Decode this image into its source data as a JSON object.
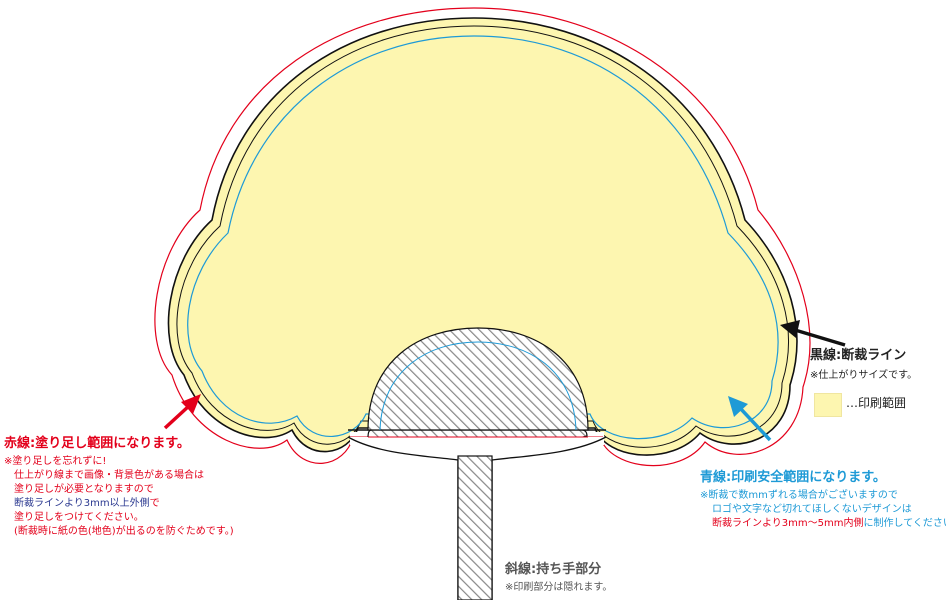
{
  "labels": {
    "bleed": {
      "title": "赤線:塗り足し範囲になります。",
      "note1": "※塗り足しを忘れずに!",
      "note2": "仕上がり線まで画像・背景色がある場合は",
      "note3": "塗り足しが必要となりますので",
      "note4a": "断裁ラインより3mm以上外側",
      "note4b": "で",
      "note5": "塗り足しをつけてください。",
      "note6": "(断裁時に紙の色(地色)が出るのを防ぐためです。)"
    },
    "cut": {
      "title": "黒線:断裁ライン",
      "note": "※仕上がりサイズです。",
      "legend": "…印刷範囲"
    },
    "safe": {
      "title": "青線:印刷安全範囲になります。",
      "note1": "※断裁で数mmずれる場合がございますので",
      "note2": "ロゴや文字など切れてほしくないデザインは",
      "note3a": "断裁ラインより3mm〜5mm内側",
      "note3b": "に制作してください。"
    },
    "handle": {
      "title": "斜線:持ち手部分",
      "note": "※印刷部分は隠れます。"
    }
  },
  "colors": {
    "bleed_line": "#e3001b",
    "cut_line": "#111111",
    "safe_line": "#1e9ad6",
    "print_fill": "#fdf6b0",
    "hatch": "#888888",
    "arrow_red": "#e3001b",
    "arrow_black": "#111111",
    "arrow_blue": "#1e9ad6"
  }
}
